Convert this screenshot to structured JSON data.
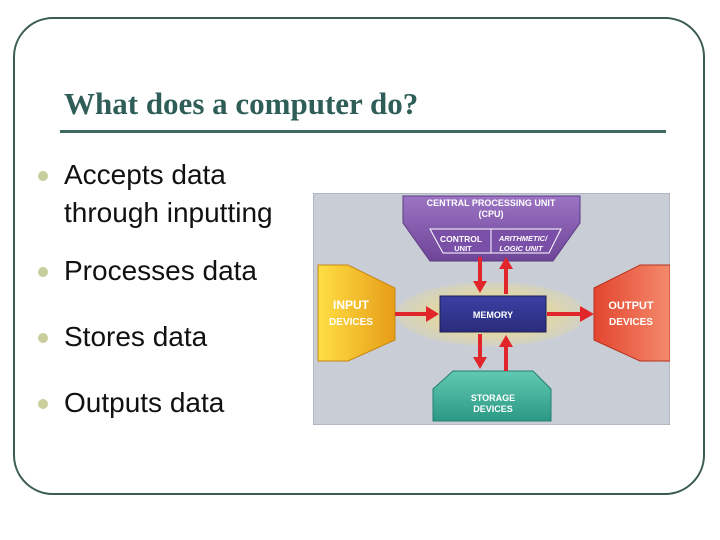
{
  "slide": {
    "title": "What does a computer do?",
    "bullets": [
      {
        "line1": "Accepts data",
        "line2": "through inputting"
      },
      {
        "line1": "Processes data"
      },
      {
        "line1": "Stores data"
      },
      {
        "line1": "Outputs data"
      }
    ]
  },
  "diagram": {
    "cpu_line1": "CENTRAL PROCESSING UNIT",
    "cpu_line2": "(CPU)",
    "control_line1": "CONTROL",
    "control_line2": "UNIT",
    "alu_line1": "ARITHMETIC/",
    "alu_line2": "LOGIC UNIT",
    "input_line1": "INPUT",
    "input_line2": "DEVICES",
    "memory": "MEMORY",
    "output_line1": "OUTPUT",
    "output_line2": "DEVICES",
    "storage_line1": "STORAGE",
    "storage_line2": "DEVICES",
    "colors": {
      "cpu": "#8f62b9",
      "input": "#f2bb1e",
      "memory": "#3a3a9a",
      "output": "#ea5a3e",
      "storage": "#3fb39d",
      "arrow": "#e1262b"
    }
  }
}
